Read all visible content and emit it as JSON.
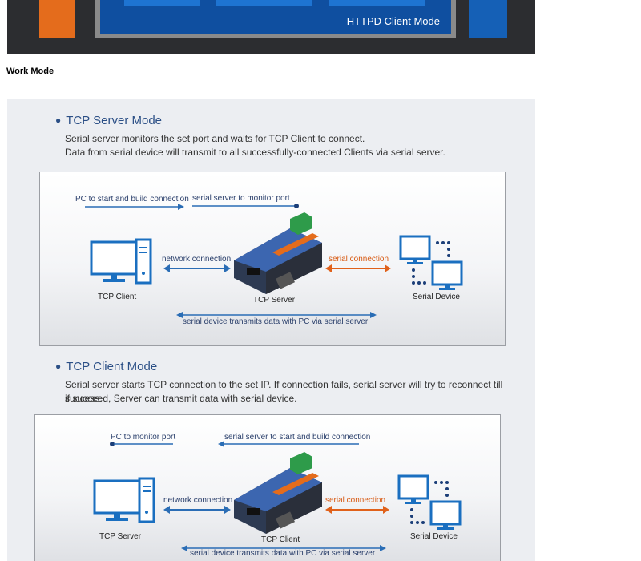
{
  "top": {
    "mode_label": "HTTPD Client Mode",
    "colors": {
      "banner": "#2c2d30",
      "orange": "#e46c1c",
      "blue": "#1560b6"
    }
  },
  "page": {
    "work_mode_heading": "Work Mode"
  },
  "server_mode": {
    "title": "TCP Server Mode",
    "desc_line1": "Serial server monitors the set port and waits for TCP Client to connect.",
    "desc_line2": "Data from serial device will transmit to all successfully-connected Clients via serial server.",
    "labels": {
      "pc_start": "PC to start and build connection",
      "monitor": "serial server to monitor port",
      "network": "network connection",
      "serial": "serial connection",
      "left_device": "TCP Client",
      "center_device": "TCP Server",
      "right_device": "Serial Device",
      "bottom": "serial device transmits data with PC via serial server"
    }
  },
  "client_mode": {
    "title": "TCP Client Mode",
    "desc_line1": "Serial server starts TCP connection to the set IP. If connection fails, serial server will try to reconnect till success.",
    "desc_line2": "if succeed, Server can transmit data with serial device.",
    "labels": {
      "pc_start": "PC to monitor port",
      "monitor": "serial server to start and build connection",
      "network": "network connection",
      "serial": "serial connection",
      "left_device": "TCP Server",
      "center_device": "TCP Client",
      "right_device": "Serial Device",
      "bottom": "serial device transmits data with PC via serial server"
    }
  },
  "colors": {
    "title_blue": "#2b4f86",
    "arrow_blue": "#2a6db5",
    "arrow_orange": "#e0611a",
    "device_blue": "#1a6fc0"
  },
  "icons": [
    "computer-icon",
    "serial-server-icon",
    "monitor-icon"
  ]
}
